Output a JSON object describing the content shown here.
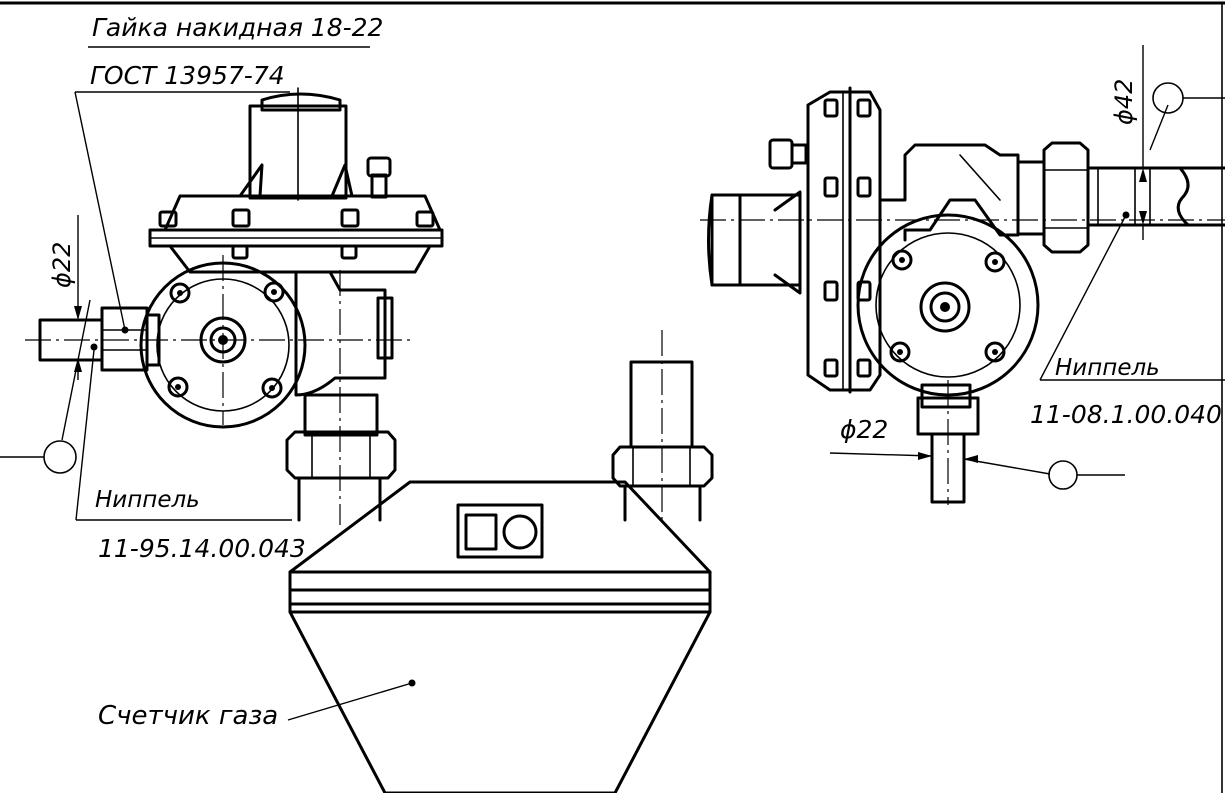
{
  "labels": {
    "nut_name": "Гайка накидная 18-22",
    "nut_standard": "ГОСТ 13957-74",
    "nipple_left_name": "Ниппель",
    "nipple_left_code": "11-95.14.00.043",
    "nipple_right_name": "Ниппель",
    "nipple_right_code": "11-08.1.00.040",
    "gas_meter": "Счетчик газа",
    "dim_left": "ϕ22",
    "dim_bottom_right": "ϕ22",
    "dim_top_right": "ϕ42"
  },
  "colors": {
    "line": "#000000",
    "background": "#ffffff"
  }
}
